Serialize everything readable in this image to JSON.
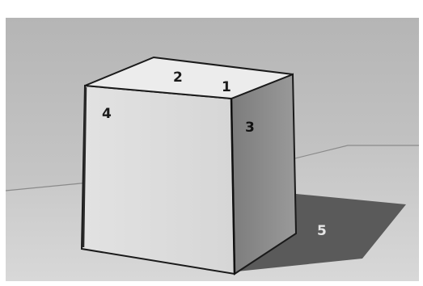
{
  "labels": {
    "one": "1",
    "two": "2",
    "three": "3",
    "four": "4",
    "five": "5"
  },
  "colors": {
    "wall_top": "#b8b8b8",
    "wall_bottom": "#cdcdcd",
    "floor_back": "#bdbdbd",
    "floor_front": "#d4d4d4",
    "cube_top": "#ebebeb",
    "cube_front": "#dedede",
    "cube_side": "#8c8c8c",
    "shadow": "#5a5a5a",
    "edge": "#1a1a1a"
  }
}
